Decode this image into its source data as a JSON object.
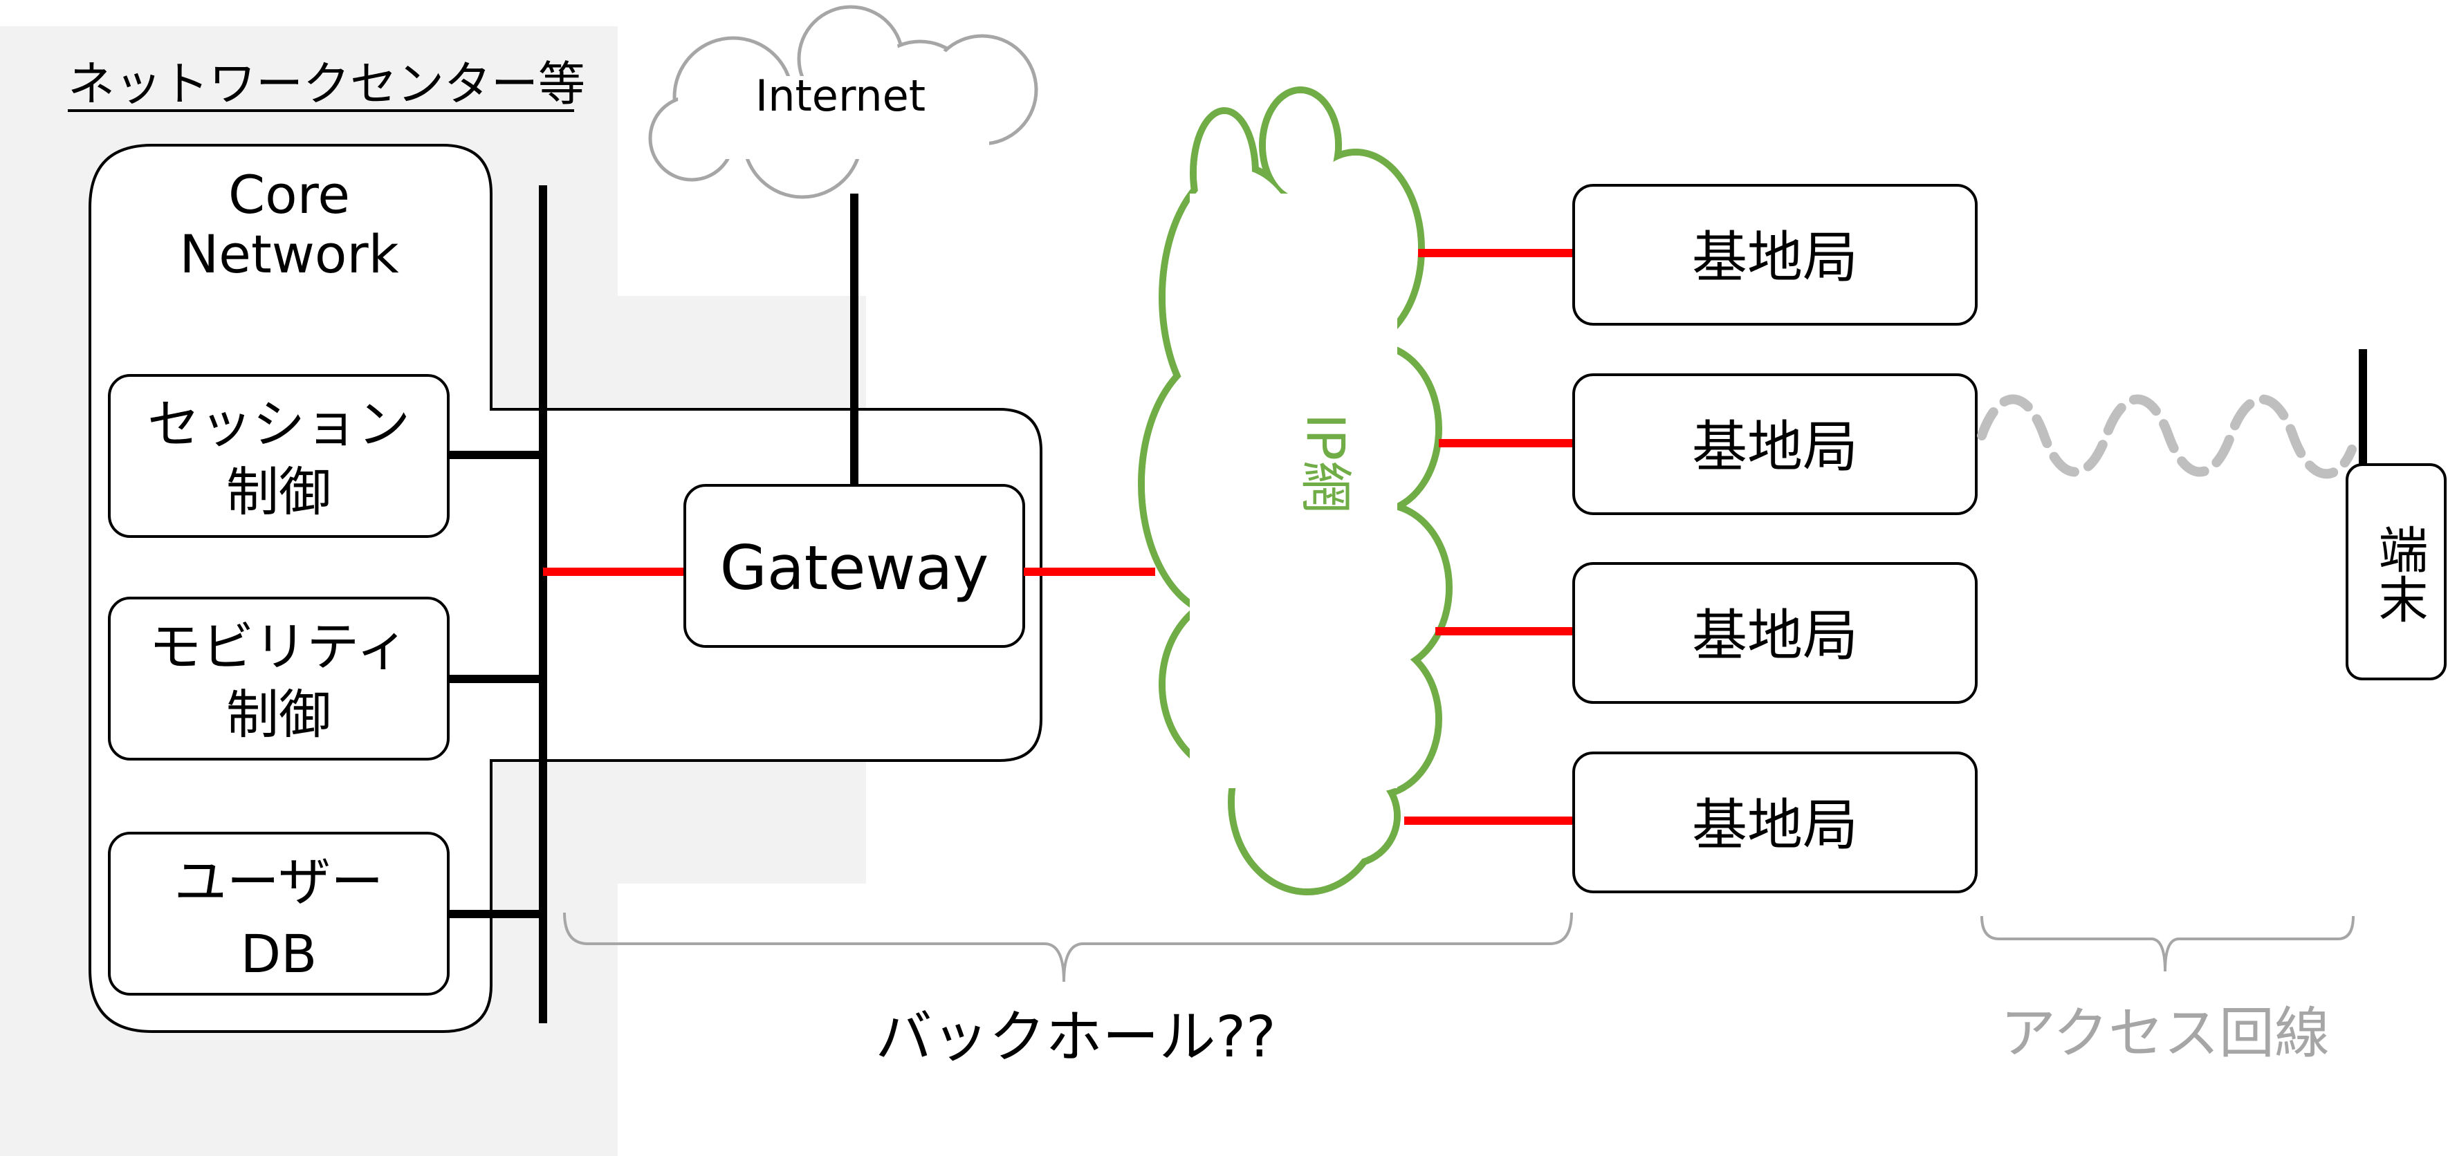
{
  "region_label": "ネットワークセンター等",
  "core_network": {
    "title_line1": "Core",
    "title_line2": "Network"
  },
  "functions": {
    "session": {
      "line1": "セッション",
      "line2": "制御"
    },
    "mobility": {
      "line1": "モビリティ",
      "line2": "制御"
    },
    "user_db": {
      "line1": "ユーザー",
      "line2": "DB"
    }
  },
  "internet_label": "Internet",
  "gateway_label": "Gateway",
  "ip_network_label": "IP網",
  "base_stations": [
    "基地局",
    "基地局",
    "基地局",
    "基地局"
  ],
  "terminal_label": "端末",
  "backhaul_label": "バックホール??",
  "access_line_label": "アクセス回線",
  "colors": {
    "red_link": "#ff0000",
    "ip_cloud": "#70ad47",
    "region_bg": "#f2f2f2",
    "muted": "#a6a6a6"
  }
}
